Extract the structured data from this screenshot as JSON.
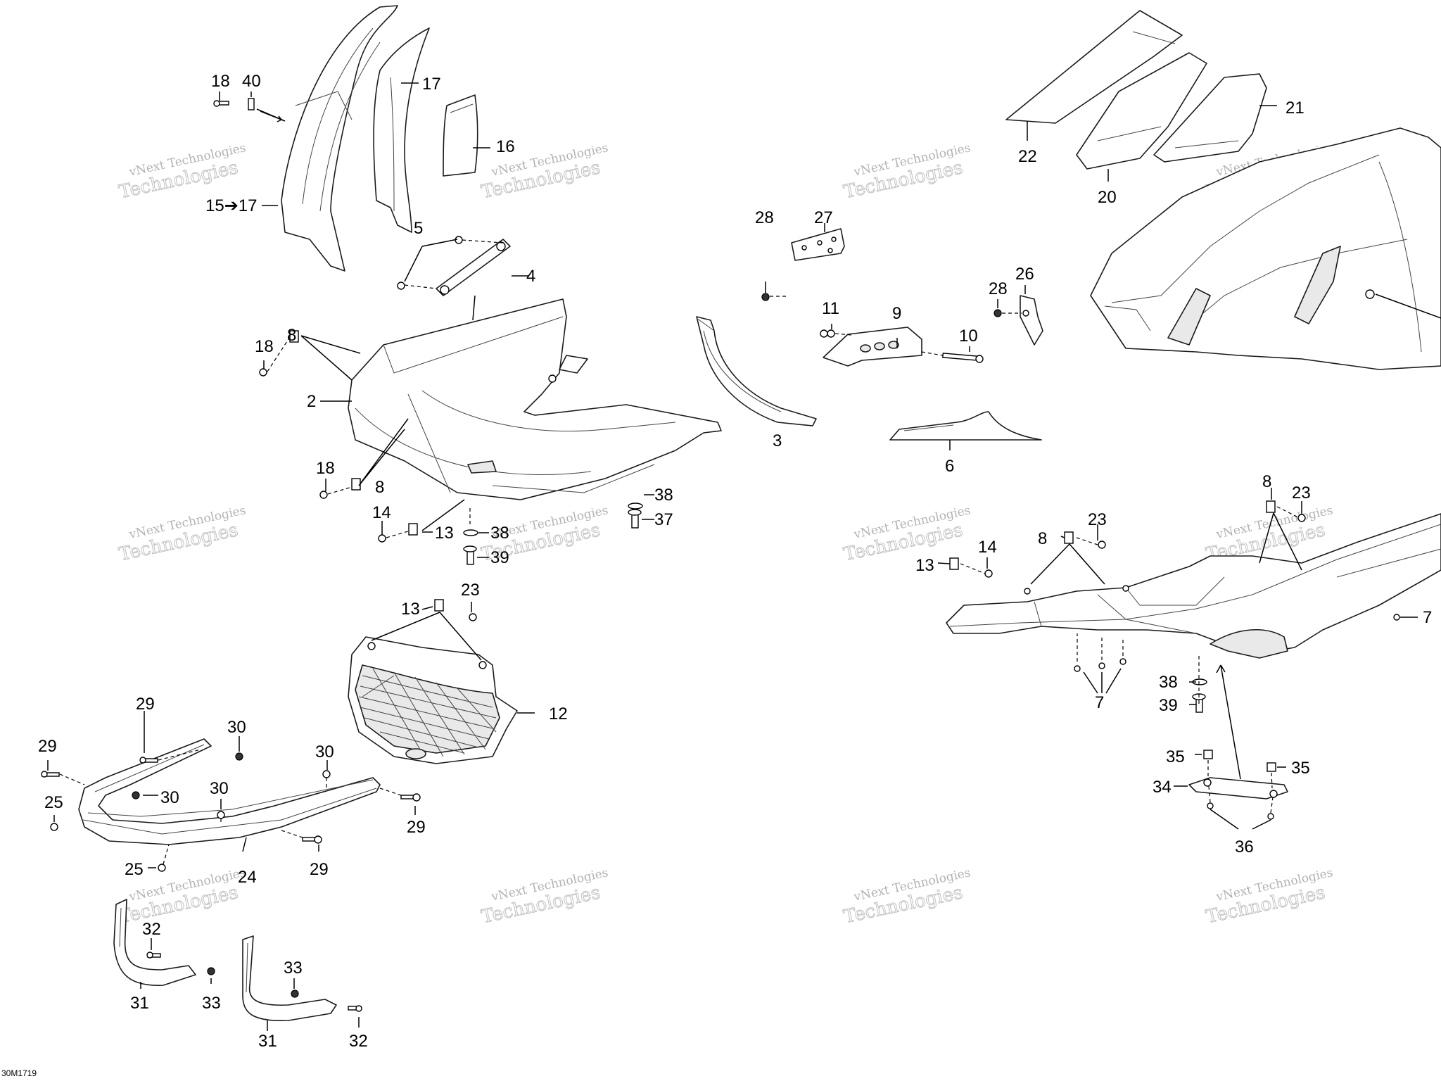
{
  "diagram_code": "30M1719",
  "watermark": {
    "line1": "vNext Technologies",
    "line2": "vNext",
    "line3": "Technologies"
  },
  "callouts": {
    "c18a": "18",
    "c40": "40",
    "c17a": "17",
    "c16": "16",
    "c15": "15➔17",
    "c5": "5",
    "c4": "4",
    "c18b": "18",
    "c8a": "8",
    "c2": "2",
    "c18c": "18",
    "c8b": "8",
    "c14a": "14",
    "c13a": "13",
    "c38a": "38",
    "c37": "37",
    "c38b": "38",
    "c39a": "39",
    "c3": "3",
    "c28a": "28",
    "c27": "27",
    "c11": "11",
    "c9": "9",
    "c10": "10",
    "c28b": "28",
    "c26": "26",
    "c6": "6",
    "c22": "22",
    "c20": "20",
    "c21": "21",
    "c13b": "13",
    "c23a": "23",
    "c12": "12",
    "c29a": "29",
    "c30a": "30",
    "c29b": "29",
    "c30b": "30",
    "c30c": "30",
    "c30d": "30",
    "c25a": "25",
    "c25b": "25",
    "c24": "24",
    "c29c": "29",
    "c29d": "29",
    "c32a": "32",
    "c31a": "31",
    "c33a": "33",
    "c33b": "33",
    "c31b": "31",
    "c32b": "32",
    "c8c": "8",
    "c23b": "23",
    "c8d": "8",
    "c23c": "23",
    "c13c": "13",
    "c14b": "14",
    "c7a": "7",
    "c7b": "7",
    "c38c": "38",
    "c39b": "39",
    "c35a": "35",
    "c35b": "35",
    "c34": "34",
    "c36": "36"
  }
}
